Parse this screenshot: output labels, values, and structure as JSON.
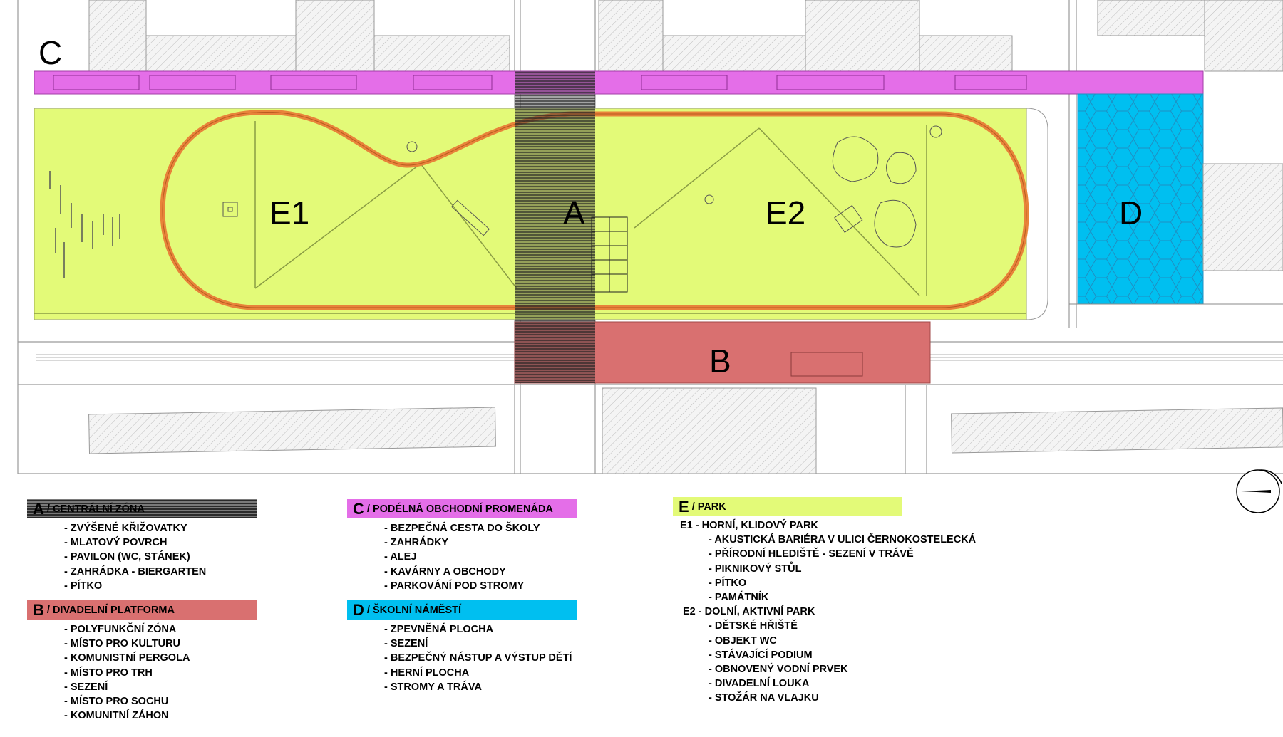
{
  "map": {
    "zone_labels": [
      "C",
      "E1",
      "A",
      "E2",
      "D",
      "B"
    ]
  },
  "legend": {
    "A": {
      "letter": "A",
      "title": "/ CENTRÁLNÍ ZÓNA",
      "color": "#444444",
      "items": [
        "ZVÝŠENÉ KŘIŽOVATKY",
        "MLATOVÝ POVRCH",
        "PAVILON (WC, STÁNEK)",
        "ZAHRÁDKA - BIERGARTEN",
        "PÍTKO"
      ]
    },
    "B": {
      "letter": "B",
      "title": "/ DIVADELNÍ PLATFORMA",
      "color": "#d97070",
      "items": [
        "POLYFUNKČNÍ ZÓNA",
        "MÍSTO PRO KULTURU",
        "KOMUNISTNÍ PERGOLA",
        "MÍSTO PRO TRH",
        "SEZENÍ",
        "MÍSTO PRO SOCHU",
        "KOMUNITNÍ ZÁHON"
      ]
    },
    "C": {
      "letter": "C",
      "title": "/ PODÉLNÁ OBCHODNÍ PROMENÁDA",
      "color": "#e46ee8",
      "items": [
        "BEZPEČNÁ CESTA DO ŠKOLY",
        "ZAHRÁDKY",
        "ALEJ",
        "KAVÁRNY A OBCHODY",
        "PARKOVÁNÍ POD STROMY"
      ]
    },
    "D": {
      "letter": "D",
      "title": "/ ŠKOLNÍ NÁMĚSTÍ",
      "color": "#00bff0",
      "items": [
        "ZPEVNĚNÁ PLOCHA",
        "SEZENÍ",
        "BEZPEČNÝ NÁSTUP A VÝSTUP DĚTÍ",
        "HERNÍ PLOCHA",
        "STROMY A TRÁVA"
      ]
    },
    "E": {
      "letter": "E",
      "title": "/ PARK",
      "color": "#e3fa78",
      "e1_label": "E1 - HORNÍ, KLIDOVÝ PARK",
      "e1_items": [
        "AKUSTICKÁ BARIÉRA V ULICI ČERNOKOSTELECKÁ",
        "PŘÍRODNÍ HLEDIŠTĚ - SEZENÍ V TRÁVĚ",
        "PIKNIKOVÝ STŮL",
        "PÍTKO",
        "PAMÁTNÍK"
      ],
      "e2_label": "E2 - DOLNÍ, AKTIVNÍ PARK",
      "e2_items": [
        "DĚTSKÉ HŘIŠTĚ",
        "OBJEKT WC",
        "STÁVAJÍCÍ PODIUM",
        "OBNOVENÝ VODNÍ PRVEK",
        "DIVADELNÍ LOUKA",
        "STOŽÁR NA VLAJKU"
      ]
    }
  },
  "colors": {
    "park": "#e3fa78",
    "promenade": "#e46ee8",
    "school": "#00bff0",
    "platform": "#d97070",
    "track": "#e8833a",
    "buildings": "#f0f0f0"
  }
}
